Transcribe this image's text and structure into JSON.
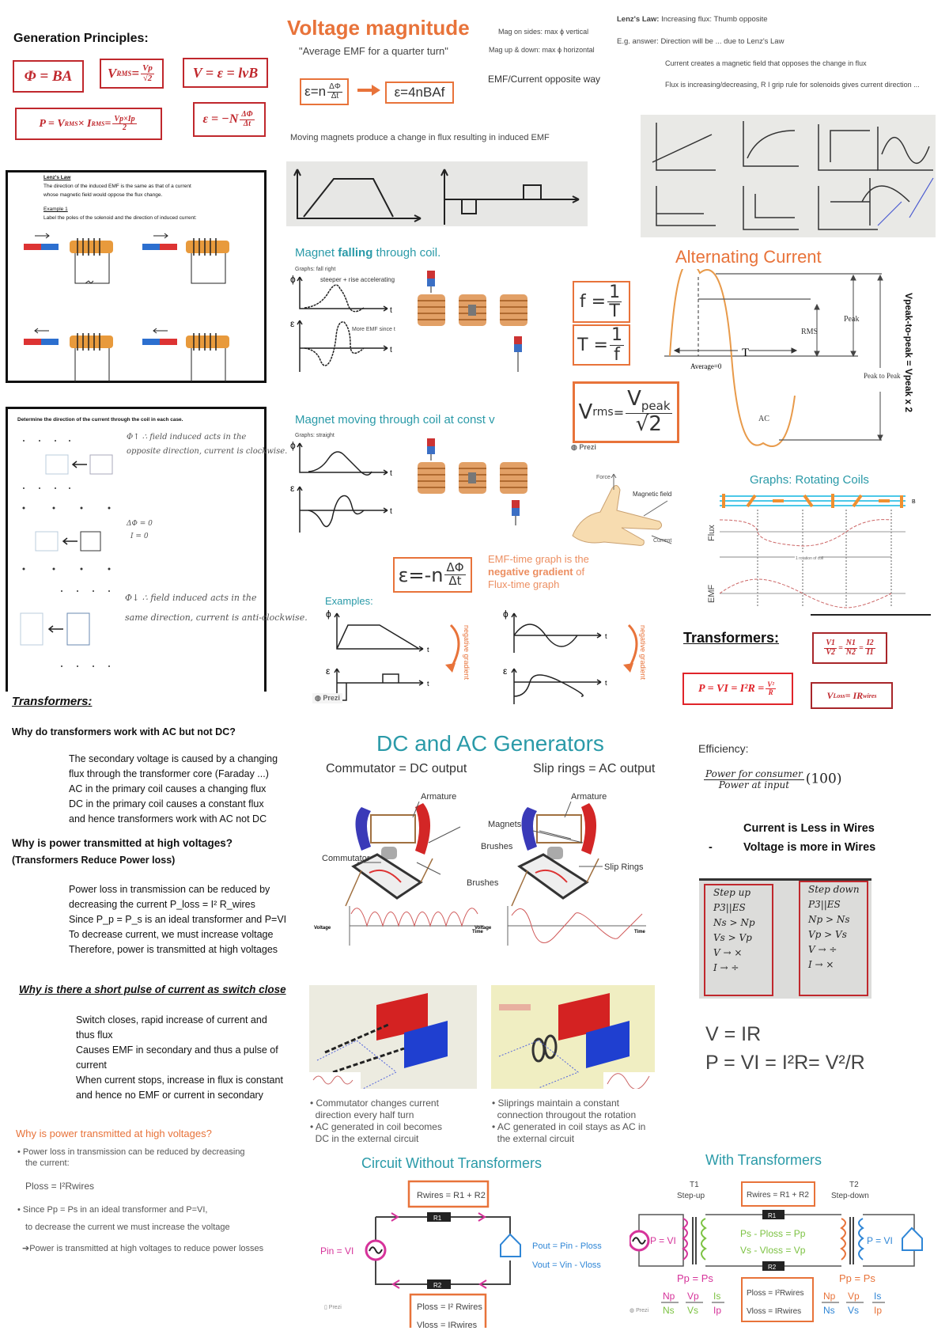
{
  "generation": {
    "title": "Generation Principles:",
    "phi_ba": "Φ = BA",
    "vrms": {
      "lhs": "V",
      "sub": "RMS",
      "eq": " = ",
      "num": "Vp",
      "den": "√2"
    },
    "v_eq": "V = ε = lvB",
    "power": {
      "lhs": "P = V",
      "sub1": "RMS",
      "mid": " × I",
      "sub2": "RMS",
      "eq": " = ",
      "num": "Vp×Ip",
      "den": "2"
    },
    "emf": {
      "lhs": "ε = −N",
      "num": "ΔΦ",
      "den": "Δt"
    }
  },
  "voltage_magnitude": {
    "title": "Voltage magnitude",
    "subtitle": "\"Average EMF for a quarter turn\"",
    "emf1": {
      "lhs": "ε=n",
      "num": "ΔΦ",
      "den": "Δt"
    },
    "emf2": "ε=4nBAf",
    "note_sides": "Mag on sides: max ϕ vertical",
    "note_updown": "Mag up & down: max ϕ horizontal",
    "emf_current": "EMF/Current opposite way",
    "moving_magnets": "Moving magnets produce a change in flux resulting in induced EMF"
  },
  "lenz": {
    "line1_bold": "Lenz's Law:",
    "line1": " Increasing flux: Thumb opposite",
    "line2": "E.g. answer:   Direction will be ... due to Lenz's Law",
    "line3": "Current creates a magnetic field that opposes the change in flux",
    "line4": "Flux is increasing/decreasing, R I grip rule for solenoids gives current direction ..."
  },
  "lenz_sheet": {
    "heading": "Lenz's Law",
    "text1": "The direction of the induced EMF is the same as that of a current",
    "text2": "whose magnetic field would oppose the flux change.",
    "example": "Example 1",
    "instruction": "Label the poles of the solenoid and the direction of induced current:"
  },
  "coil_sheet": {
    "instruction": "Determine the direction of the current through the coil in each case.",
    "note1a": "Φ↑ ∴ field induced acts in the",
    "note1b": "opposite direction, current is clockwise.",
    "note2a": "ΔΦ = 0",
    "note2b": "I = 0",
    "note3a": "Φ↓ ∴ field induced acts in the",
    "note3b": "same direction, current is anti-clockwise."
  },
  "magnet_falling": {
    "title_a": "Magnet ",
    "title_b": "falling",
    "title_c": " through coil.",
    "graph_label": "Graphs: fall right",
    "note1": "steeper + rise accelerating",
    "note2": "More EMF since t",
    "phi": "ϕ",
    "emf": "ε",
    "t": "t"
  },
  "magnet_const": {
    "title": "Magnet moving through coil at const v",
    "graph_label": "Graphs: straight",
    "phi": "ϕ",
    "emf": "ε",
    "t": "t"
  },
  "freq": {
    "f": "f = ",
    "one": "1",
    "T": "T",
    "T2": "T = ",
    "f2": "f"
  },
  "vrms_box": {
    "lhs": "V",
    "sub": "rms",
    "eq": " = ",
    "num": "V",
    "num_sub": "peak",
    "den": "√2"
  },
  "prezi": "Prezi",
  "hand_rule": {
    "force": "Force",
    "field": "Magnetic field",
    "current": "Current"
  },
  "ac": {
    "title": "Alternating Current",
    "peak": "Peak",
    "rms": "RMS",
    "period": "T",
    "average": "Average=0",
    "ac": "AC",
    "p2p": "Peak to Peak",
    "vertical": "Vpeak-to-peak = Vpeak x 2"
  },
  "rotating": {
    "title": "Graphs: Rotating Coils",
    "flux": "Flux",
    "emf": "EMF",
    "rotation": "1 rotation of coil",
    "b": "B"
  },
  "neg_gradient": {
    "lhs": "ε=-n",
    "num": "ΔΦ",
    "den": "Δt",
    "text1": "EMF-time graph is the",
    "text2_bold": "negative gradient",
    "text2": " of",
    "text3": "Flux-time graph",
    "examples": "Examples:",
    "arrow_label": "negative gradient",
    "phi": "ϕ",
    "emf": "ε",
    "t": "t"
  },
  "transformers_right": {
    "title": "Transformers:",
    "ratio": {
      "a1": "V1",
      "a2": "V2",
      "b1": "N1",
      "b2": "N2",
      "c1": "I2",
      "c2": "I1"
    },
    "power": {
      "text": "P = VI = I²R = ",
      "num": "V²",
      "den": "R"
    },
    "vloss": {
      "lhs": "V",
      "sub": "Loss",
      "rhs": " = IR",
      "sub2": "wires"
    },
    "efficiency": "Efficiency:",
    "eff_num": "Power for consumer",
    "eff_den": "Power at input",
    "eff_mult": "(100)",
    "current_less": "Current is Less in Wires",
    "dash": "-",
    "voltage_more": "Voltage is more in Wires"
  },
  "handwritten": {
    "up": {
      "title": "Step up",
      "symbol": "P3||ES",
      "l1": "Ns > Np",
      "l2": "Vs > Vp",
      "l3": "V → ×",
      "l4": "I → ÷"
    },
    "down": {
      "title": "Step down",
      "symbol": "P3||ES",
      "l1": "Np > Ns",
      "l2": "Vp > Vs",
      "l3": "V → ÷",
      "l4": "I → ×"
    }
  },
  "ohm": {
    "v": "V = IR",
    "p": "P = VI = I²R= V²/R"
  },
  "transformers_left": {
    "title": "Transformers:",
    "q1": "Why do transformers work with AC but not DC?",
    "a1": [
      "The secondary voltage is caused by a changing",
      "flux through the transformer core (Faraday ...)",
      "AC in the primary coil causes a changing flux",
      "DC in the primary coil causes a constant flux",
      "and hence transformers work with AC not DC"
    ],
    "q2": "Why is power transmitted at high voltages?",
    "q2b": "(Transformers Reduce Power loss)",
    "a2": [
      "Power loss in transmission can be reduced by",
      "decreasing the current P_loss = I² R_wires",
      "Since P_p = P_s is an ideal transformer and P=VI",
      "To decrease current, we must increase voltage",
      "Therefore, power is transmitted at high voltages"
    ],
    "q3": "Why is there a short pulse of current as switch close",
    "a3": [
      "Switch closes, rapid increase of current and",
      "thus flux",
      "Causes EMF in secondary and thus a pulse of",
      "current",
      "When current stops, increase in flux is constant",
      "and hence no EMF or current in secondary"
    ]
  },
  "power_high": {
    "title": "Why is power transmitted at high voltages?",
    "b1a": "• Power loss in transmission can be reduced by decreasing",
    "b1b": "the current:",
    "ploss": "Ploss = I²Rwires",
    "b2": "• Since Pp = Ps in an ideal transformer and P=VI,",
    "b2b": "to decrease the current we must increase the voltage",
    "conclusion": "➔Power is transmitted at high voltages to reduce power losses"
  },
  "generators": {
    "title": "DC and AC Generators",
    "dc": "Commutator = DC output",
    "ac": "Slip rings = AC output",
    "armature": "Armature",
    "magnets": "Magnets",
    "brushes": "Brushes",
    "commutator": "Commutator",
    "slip_rings": "Slip Rings",
    "voltage": "Voltage",
    "time": "Time",
    "dc_bullets": [
      "• Commutator changes current",
      "  direction every half turn",
      "• AC generated in coil becomes",
      "  DC in the external circuit"
    ],
    "ac_bullets": [
      "• Sliprings maintain a constant",
      "  connection througout the rotation",
      "• AC generated in coil stays as AC in",
      "  the external circuit"
    ]
  },
  "circuit_without": {
    "title": "Circuit Without Transformers",
    "rwires": "Rwires = R1 + R2",
    "r1": "R1",
    "r2": "R2",
    "pin": "Pin = VI",
    "pout": "Pout = Pin - Ploss",
    "vout": "Vout = Vin - Vloss",
    "ploss": "Ploss = I² Rwires",
    "vloss": "Vloss = IRwires"
  },
  "circuit_with": {
    "title": "With Transformers",
    "t1": "T1",
    "stepup": "Step-up",
    "t2": "T2",
    "stepdown": "Step-down",
    "rwires": "Rwires = R1 + R2",
    "r1": "R1",
    "r2": "R2",
    "pvi1": "P = VI",
    "pvi2": "P = VI",
    "mid1": "Ps - Ploss = Pp",
    "mid2": "Vs - Vloss = Vp",
    "pp1": "Pp = Ps",
    "pp2": "Pp = Ps",
    "ploss": "Ploss = I²Rwires",
    "vloss": "Vloss = IRwires",
    "ratio": {
      "np": "Np",
      "ns": "Ns",
      "vp": "Vp",
      "vs": "Vs",
      "is": "Is",
      "ip": "Ip"
    }
  },
  "colors": {
    "red": "#c0282d",
    "orange": "#e8733a",
    "teal": "#2a9aa8",
    "magenta": "#d6339a",
    "green": "#7cc242",
    "blue": "#2f86d6"
  }
}
